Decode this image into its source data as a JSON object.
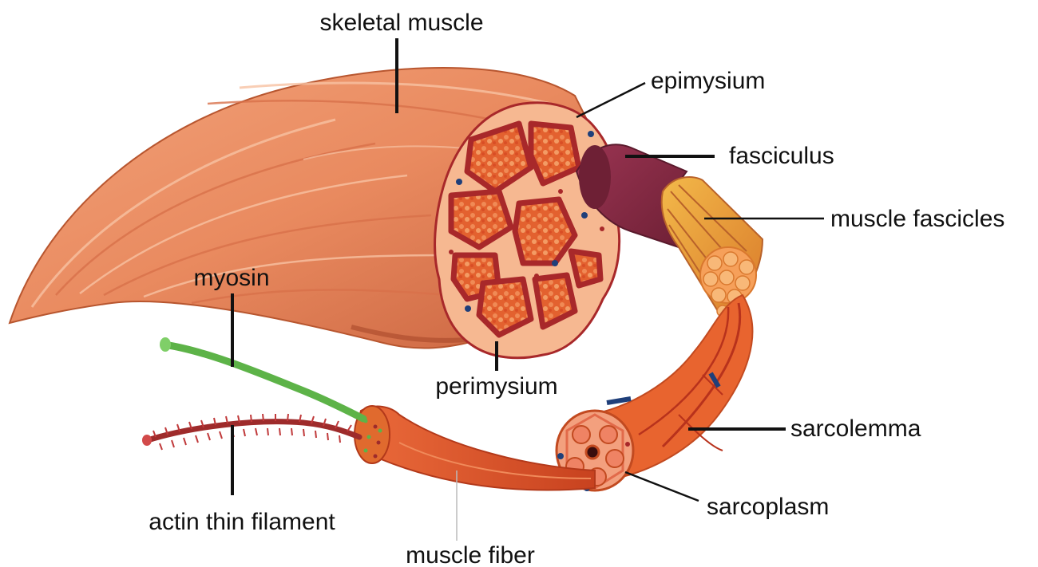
{
  "labels": {
    "skeletal_muscle": "skeletal muscle",
    "epimysium": "epimysium",
    "fasciculus": "fasciculus",
    "muscle_fascicles": "muscle fascicles",
    "myosin": "myosin",
    "perimysium": "perimysium",
    "sarcolemma": "sarcolemma",
    "actin_thin_filament": "actin thin filament",
    "sarcoplasm": "sarcoplasm",
    "muscle_fiber": "muscle fiber"
  },
  "colors": {
    "muscle": "#e98a5f",
    "muscle_dark": "#c9633f",
    "perimysium_fill": "#f6b891",
    "fascicle_border": "#a8282a",
    "fascicle_inner": "#e0562e",
    "fasciculus": "#8e2f4a",
    "fascicles_bundle": "#e8a438",
    "myosin": "#5db348",
    "actin": "#9e2b2b",
    "fiber": "#e0542a",
    "vessel_blue": "#1f3f7a"
  }
}
